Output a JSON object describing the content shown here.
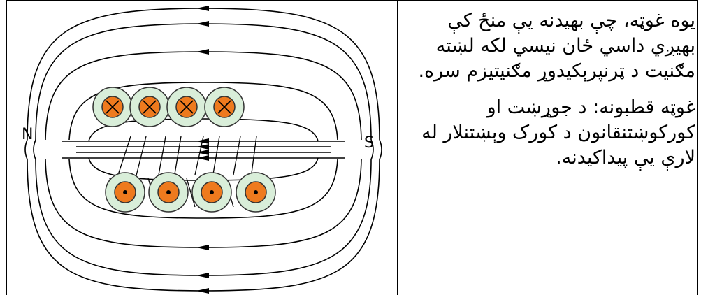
{
  "diagram": {
    "label_north": "N",
    "label_south": "S",
    "colors": {
      "field_lines": "#000000",
      "conductor_core": "#ee7a1e",
      "conductor_ring": "#d9eed9",
      "conductor_outline": "#333333"
    },
    "conductors_top": {
      "count": 4,
      "current": "into-page",
      "symbol": "⊗"
    },
    "conductors_bottom": {
      "count": 4,
      "current": "out-of-page",
      "symbol": "⊙"
    }
  },
  "text": {
    "paragraph1": "يوه غوټه، چې بهيدنه يې منځ کې بهيږي داسي ځان نيسي لکه لښته مګنيت د ټرنپرېکيدوړ مګنيتيزم سره.",
    "paragraph2": "غوټه قطبونه: د جوړښت او کورکوښتنقانون د کورک وېښتنلار له لارې يې پيداکيدنه."
  }
}
